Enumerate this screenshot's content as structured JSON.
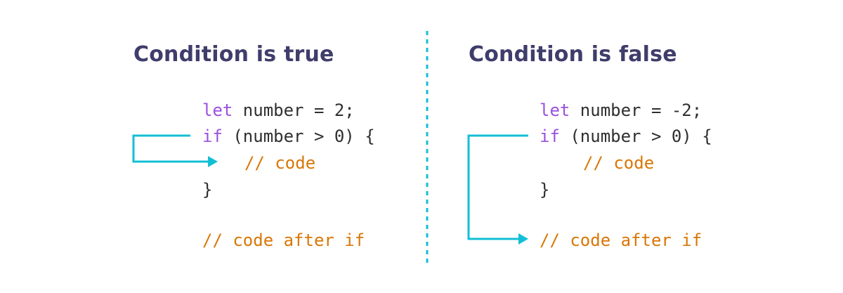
{
  "colors": {
    "title": "#3f3d6b",
    "keyword": "#9b51e0",
    "comment": "#d97706",
    "code": "#2f2f2f",
    "flow_arrow": "#13bfd6",
    "divider": "#13bfd6"
  },
  "left": {
    "title": "Condition is true",
    "code": {
      "line1_kw": "let",
      "line1_rest": " number = 2;",
      "line2_kw": "if",
      "line2_rest": " (number > 0) {",
      "line3_comment": "// code",
      "line4": "}",
      "after_comment": "// code after if"
    }
  },
  "right": {
    "title": "Condition is false",
    "code": {
      "line1_kw": "let",
      "line1_rest": " number = -2;",
      "line2_kw": "if",
      "line2_rest": " (number > 0) {",
      "line3_comment": "// code",
      "line4": "}",
      "after_comment": "// code after if"
    }
  }
}
